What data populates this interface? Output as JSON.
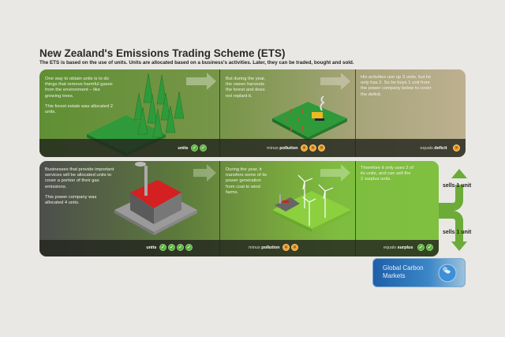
{
  "title": "New Zealand's Emissions Trading Scheme (ETS)",
  "subtitle": "The ETS is based on the use of units. Units are allocated based on a business's activities. Later, they can be traded, bought and sold.",
  "forest": {
    "step1": [
      "One way to obtain units is to do things that remove harmful gases from the environment – like growing trees.",
      "This forest estate was allocated 2 units."
    ],
    "step2": "But during the year, the owner harvests the forest and does not replant it.",
    "step3": "His activities use up 3 units, but he only has 2. So he buys 1 unit from the power company below to cover the deficit.",
    "footer1": {
      "label": "units",
      "count": 2
    },
    "footer2": {
      "prefix": "minus",
      "label": "pollution",
      "count": 3
    },
    "footer3": {
      "prefix": "equals",
      "label": "deficit",
      "count": 1
    }
  },
  "power": {
    "step1": [
      "Businesses that provide important services will be allocated units to cover a portion of their gas emissions.",
      "This power company was allocated 4 units."
    ],
    "step2": "During the year, it transfers some of its power generation from coal to wind farms.",
    "step3": "Therefore it only uses 2 of its units, and can sell the 2 surplus units.",
    "footer1": {
      "label": "units",
      "count": 4
    },
    "footer2": {
      "prefix": "minus",
      "label": "pollution",
      "count": 2
    },
    "footer3": {
      "prefix": "equals",
      "label": "surplus",
      "count": 2
    }
  },
  "sell_up": "sells 1 unit",
  "sell_down": "sells 1 unit",
  "market": "Global Carbon Markets"
}
